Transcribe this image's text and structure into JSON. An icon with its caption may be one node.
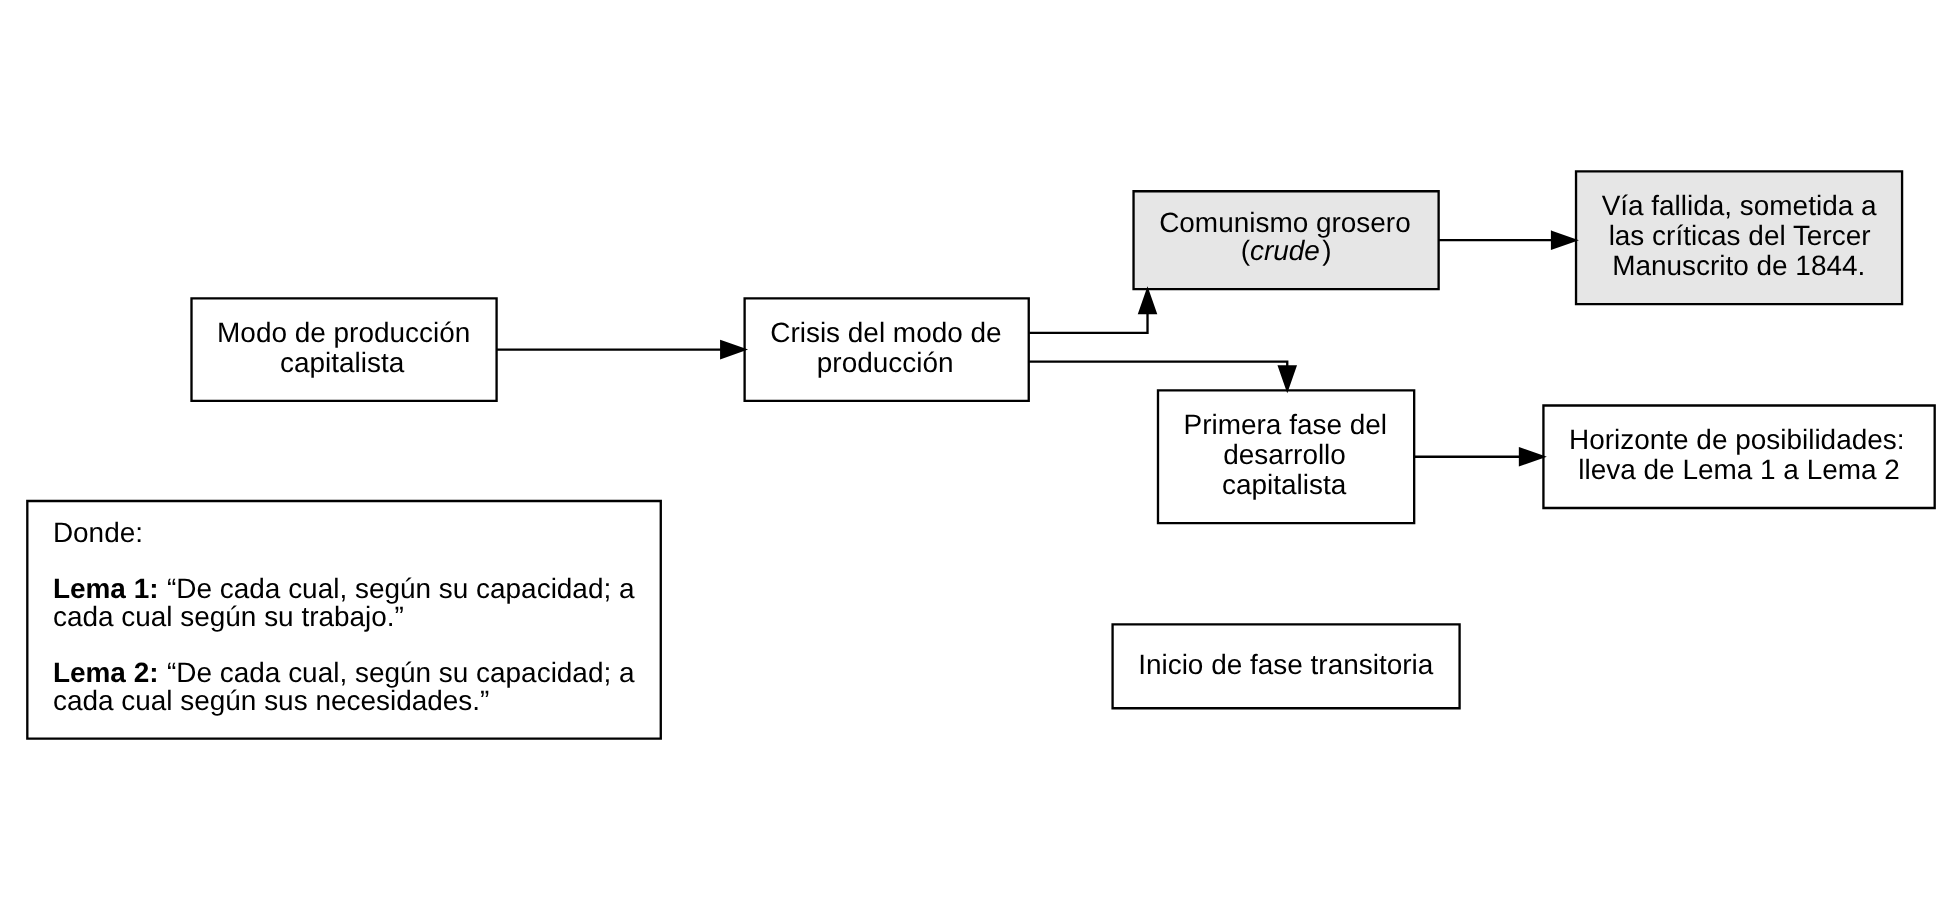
{
  "diagram": {
    "nodes": [
      {
        "text": [
          "Modo de producción capitalista"
        ]
      },
      {
        "text": [
          "Crisis del modo de producción"
        ]
      },
      {
        "text": [
          "Comunismo grosero (*crude*)"
        ]
      },
      {
        "text": [
          "Vía fallida, sometida a las críticas del Tercer Manuscrito de 1844."
        ]
      },
      {
        "text": [
          "Primera fase del desarrollo capitalista"
        ]
      },
      {
        "text": [
          "Horizonte de posibilidades: lleva de Lema 1 a Lema 2"
        ]
      },
      {
        "text": [
          "Donde:",
          "**Lema 1:** “De cada cual, según su capacidad; a cada cual según su trabajo.”",
          "**Lema 2:** “De cada cual, según su capacidad; a cada cual según sus necesidades.”"
        ]
      },
      {
        "text": [
          "Inicio de fase transitoria"
        ]
      }
    ],
    "edges": [
      {
        "from": 0,
        "to": 1,
        "arrow": "to"
      },
      {
        "from": 1,
        "to": 2,
        "arrow": "to"
      },
      {
        "from": 1,
        "to": 4,
        "arrow": "to"
      },
      {
        "from": 2,
        "to": 3,
        "arrow": "to"
      },
      {
        "from": 4,
        "to": 5,
        "arrow": "to"
      }
    ]
  }
}
